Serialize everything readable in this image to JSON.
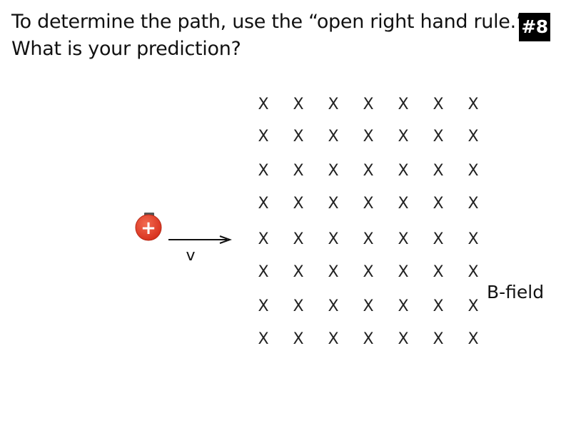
{
  "slide": {
    "title_line1": "To determine the path, use the “open right hand rule.”",
    "title_line2": "What is your prediction?",
    "badge": "#8"
  },
  "charge": {
    "sign": "+",
    "color": "#e8412c"
  },
  "velocity": {
    "label": "v"
  },
  "field": {
    "label": "B-field",
    "symbol": "X",
    "rows": 8,
    "cols": 7
  }
}
